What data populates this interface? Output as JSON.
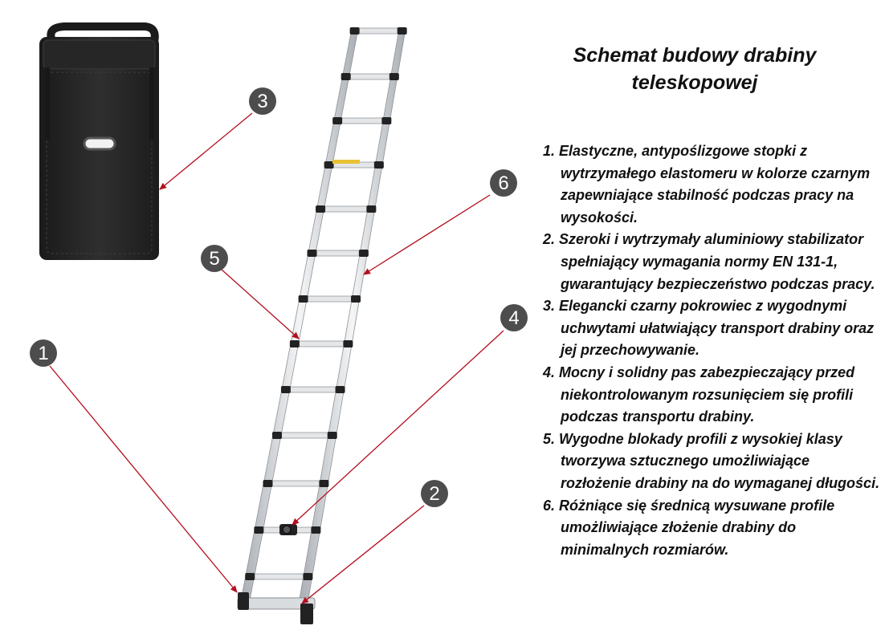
{
  "title": {
    "line1": "Schemat budowy drabiny",
    "line2": "teleskopowej"
  },
  "descriptions": [
    {
      "text": "1. Elastyczne, antypoślizgowe stopki z wytrzymałego elastomeru w kolorze czarnym zapewniające stabilność podczas pracy na wysokości."
    },
    {
      "text": "2. Szeroki i wytrzymały aluminiowy stabilizator spełniający wymagania normy EN 131-1, gwarantujący bezpieczeństwo podczas pracy."
    },
    {
      "text": "3. Elegancki czarny pokrowiec z wygodnymi uchwytami ułatwiający transport drabiny oraz jej przechowywanie."
    },
    {
      "text": "4. Mocny i solidny pas zabezpieczający przed niekontrolowanym rozsunięciem się profili podczas transportu drabiny."
    },
    {
      "text": "5. Wygodne blokady profili z wysokiej klasy tworzywa sztucznego umożliwiające rozłożenie drabiny na do wymaganej długości."
    },
    {
      "text": "6. Różniące się średnicą wysuwane profile umożliwiające złożenie drabiny do minimalnych rozmiarów."
    }
  ],
  "markers": [
    {
      "label": "1",
      "part": "stopki"
    },
    {
      "label": "2",
      "part": "stabilizator"
    },
    {
      "label": "3",
      "part": "pokrowiec"
    },
    {
      "label": "4",
      "part": "pas zabezpieczający"
    },
    {
      "label": "5",
      "part": "blokady profili"
    },
    {
      "label": "6",
      "part": "wysuwane profile"
    }
  ],
  "colors": {
    "marker_fill": "#4d4d4d",
    "arrow": "#b30f1e",
    "bag": "#222222",
    "rung_cap": "#222222",
    "rail": "#c9cdd1",
    "accent_label": "#e8c233"
  }
}
